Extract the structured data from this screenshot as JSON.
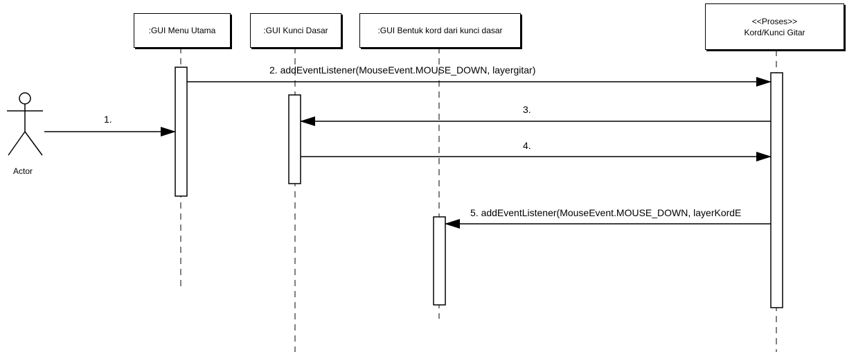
{
  "lifelines": [
    {
      "id": "gui-menu-utama",
      "label": ":GUI Menu Utama"
    },
    {
      "id": "gui-kunci-dasar",
      "label": ":GUI Kunci Dasar"
    },
    {
      "id": "gui-bentuk-kord",
      "label": ":GUI Bentuk kord dari kunci dasar"
    },
    {
      "id": "proses-kord",
      "stereotype": "<<Proses>>",
      "label": "Kord/Kunci Gitar"
    }
  ],
  "actor": {
    "label": "Actor"
  },
  "messages": [
    {
      "label": "1."
    },
    {
      "label": "2. addEventListener(MouseEvent.MOUSE_DOWN, layergitar)"
    },
    {
      "label": "3."
    },
    {
      "label": "4."
    },
    {
      "label": "5. addEventListener(MouseEvent.MOUSE_DOWN, layerKordE"
    }
  ]
}
